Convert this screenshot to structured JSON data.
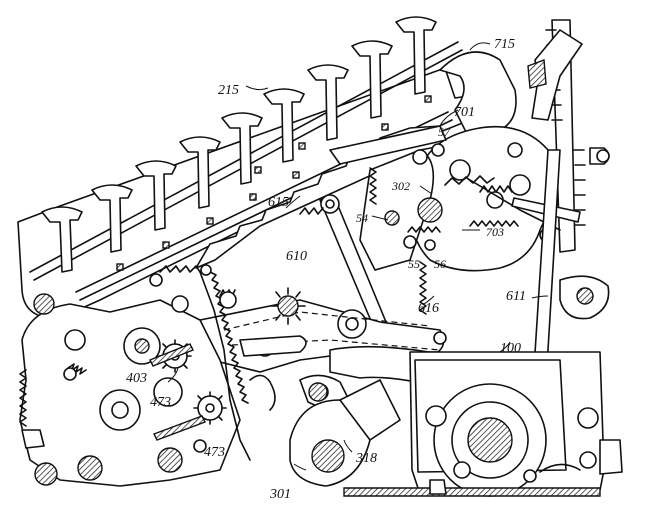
{
  "labels": {
    "l215": "215",
    "l715": "715",
    "l701": "701",
    "l57": "57",
    "l302": "302",
    "l54": "54",
    "l703": "703",
    "l55": "55",
    "l56": "56",
    "l615": "615",
    "l610": "610",
    "l611": "611",
    "l616": "616",
    "l100": "100",
    "l403": "403",
    "l473a": "473",
    "l473b": "473",
    "l301": "301",
    "l318": "318"
  }
}
